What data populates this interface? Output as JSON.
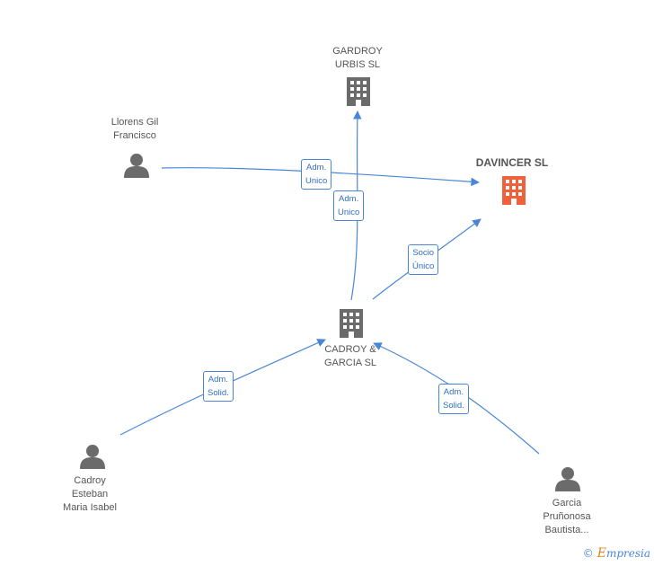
{
  "nodes": {
    "gardroy": {
      "lines": [
        "GARDROY",
        "URBIS SL"
      ],
      "type": "company"
    },
    "davincer": {
      "lines": [
        "DAVINCER SL"
      ],
      "type": "company-focus"
    },
    "cadroy_garcia": {
      "lines": [
        "CADROY &",
        "GARCIA SL"
      ],
      "type": "company"
    },
    "llorens": {
      "lines": [
        "Llorens Gil",
        "Francisco"
      ],
      "type": "person"
    },
    "cadroy_esteban": {
      "lines": [
        "Cadroy",
        "Esteban",
        "Maria Isabel"
      ],
      "type": "person"
    },
    "garcia_prunonosa": {
      "lines": [
        "Garcia",
        "Pruñonosa",
        "Bautista..."
      ],
      "type": "person"
    }
  },
  "edges": [
    {
      "id": "llorens-davincer",
      "from": "llorens",
      "to": "davincer",
      "label": [
        "Adm.",
        "Unico"
      ]
    },
    {
      "id": "cadroy-gardroy",
      "from": "cadroy_garcia",
      "to": "gardroy",
      "label": [
        "Adm.",
        "Unico"
      ]
    },
    {
      "id": "cadroy-davincer",
      "from": "cadroy_garcia",
      "to": "davincer",
      "label": [
        "Socio",
        "Único"
      ]
    },
    {
      "id": "esteban-cadroy",
      "from": "cadroy_esteban",
      "to": "cadroy_garcia",
      "label": [
        "Adm.",
        "Solid."
      ]
    },
    {
      "id": "garcia-cadroy",
      "from": "garcia_prunonosa",
      "to": "cadroy_garcia",
      "label": [
        "Adm.",
        "Solid."
      ]
    }
  ],
  "colors": {
    "edge": "#4a86d8",
    "company": "#6b6b6b",
    "focus": "#f0603a",
    "person": "#6b6b6b"
  },
  "icons": {
    "company": "building-icon",
    "person": "person-icon"
  },
  "credit": {
    "copyright": "©",
    "brand_initial": "E",
    "brand_rest": "mpresia"
  }
}
